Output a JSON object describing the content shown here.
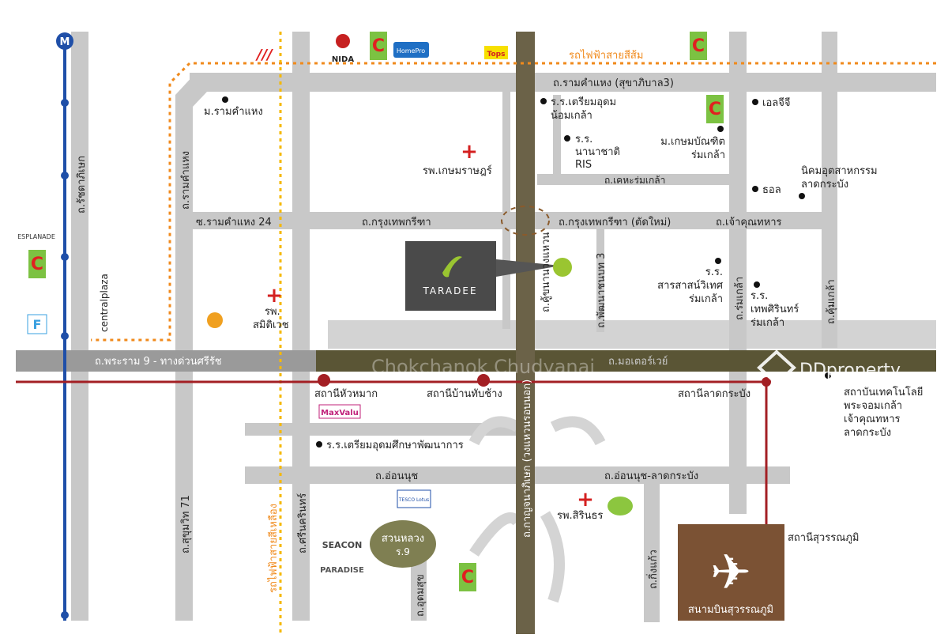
{
  "project": {
    "name": "TARADEE",
    "logo_icon": "leaf-swirl-icon"
  },
  "watermark": "DDproperty",
  "ghost_text": "Chokchanok Chudyanai",
  "lines": {
    "orange_line": "รถไฟฟ้าสายสีส้ม",
    "yellow_line": "รถไฟฟ้าสายสีเหลือง",
    "mrt_badge": "M"
  },
  "roads": {
    "ratchada": "ถ.รัชดาภิเษก",
    "ramkhamhaeng_v": "ถ.รามคำแหง",
    "ramkhamhaeng_h": "ถ.รามคำแหง (สุขาภิบาล3)",
    "soi24": "ซ.รามคำแหง 24",
    "krungthep_kreetha": "ถ.กรุงเทพกรีฑา",
    "krungthep_kreetha_new": "ถ.กรุงเทพกรีฑา (ตัดใหม่)",
    "chao_khun_thahan": "ถ.เจ้าคุณทหาร",
    "kheha": "ถ.เคหะร่มเกล้า",
    "rama9": "ถ.พระราม 9 - ทางด่วนศรีรัช",
    "motorway": "ถ.มอเตอร์เวย์",
    "kanchanaphisek": "ถ.กาญจนาภิเษก (วงแหวนรอบนอก)",
    "khu_khon": "ถ.คู้ขนานวงแหวน",
    "phatthanakan3": "ถ.พัฒนาชนบท 3",
    "romklao": "ถ.ร่มเกล้า",
    "khumklao": "ถ.คุ้มเกล้า",
    "onnut": "ถ.อ่อนนุช",
    "onnut_lat": "ถ.อ่อนนุช-ลาดกระบัง",
    "sukhumvit71": "ถ.สุขุมวิท 71",
    "srinakarin": "ถ.ศรีนครินทร์",
    "udomsuk": "ถ.อุดมสุข",
    "kingkaew": "ถ.กิ่งแก้ว"
  },
  "stations": {
    "hua_mak": "สถานีหัวหมาก",
    "ban_thap_chang": "สถานีบ้านทับช้าง",
    "lat_krabang": "สถานีลาดกระบัง",
    "suvarnabhumi": "สถานีสุวรรณภูมิ"
  },
  "places": {
    "ram_u": "ม.รามคำแหง",
    "kasemrad": "รพ.เกษมราษฎร์",
    "samitivej": [
      "รพ.",
      "สมิติเวช"
    ],
    "siriinthorn": "รพ.สิรินธร",
    "triam_nomklao": [
      "ร.ร.เตรียมอุดม",
      "น้อมเกล้า"
    ],
    "ris": [
      "ร.ร.",
      "นานาชาติ",
      "RIS"
    ],
    "kasem_bundit": [
      "ม.เกษมบัณฑิต",
      "ร่มเกล้า"
    ],
    "lg": "เอลจีจี",
    "hoya": "ธอล",
    "industrial": [
      "นิคมอุตสาหกรรม",
      "ลาดกระบัง"
    ],
    "saraswat": [
      "ร.ร.",
      "สารสาสน์วิเทศ",
      "ร่มเกล้า"
    ],
    "thepsirin": [
      "ร.ร.",
      "เทพศิรินทร์",
      "ร่มเกล้า"
    ],
    "kmitl": [
      "สถาบันเทคโนโลยี",
      "พระจอมเกล้า",
      "เจ้าคุณทหาร",
      "ลาดกระบัง"
    ],
    "triam_pattanakarn": "ร.ร.เตรียมอุดมศึกษาพัฒนาการ",
    "suan_luang": [
      "สวนหลวง",
      "ร.9"
    ],
    "airport": "สนามบินสุวรรณภูมิ",
    "nida": "NIDA",
    "central_plaza": "centralplaza",
    "esplanade": "ESPLANADE",
    "seacon": "SEACON",
    "paradise": "PARADISE",
    "maxvalu": "MaxValu",
    "homepro": "HomePro",
    "tops": "Tops",
    "tesco": "TESCO Lotus"
  },
  "colors": {
    "road": "#c8c8c8",
    "ring_road": "#6b6248",
    "mrt": "#1f4fa8",
    "airport_link": "#a31f24",
    "orange": "#f08a1c",
    "yellow": "#f5b800",
    "airport_box": "#7b5234",
    "taradee_box": "#4a4a4a",
    "marker": "#9ac531"
  }
}
